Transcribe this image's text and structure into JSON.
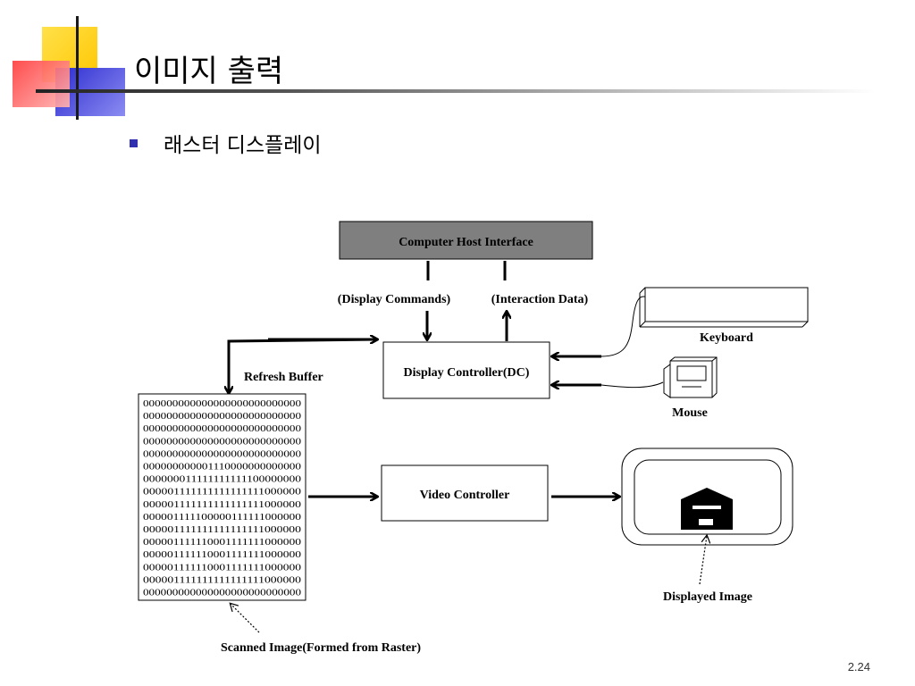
{
  "slide": {
    "title": "이미지 출력",
    "bullet": "래스터 디스플레이",
    "page_number": "2.24"
  },
  "diagram": {
    "host_interface": "Computer Host Interface",
    "display_commands": "(Display Commands)",
    "interaction_data": "(Interaction Data)",
    "display_controller": "Display Controller(DC)",
    "keyboard": "Keyboard",
    "mouse": "Mouse",
    "refresh_buffer": "Refresh Buffer",
    "video_controller": "Video Controller",
    "displayed_image": "Displayed Image",
    "scanned_image": "Scanned Image(Formed from Raster)",
    "buffer_rows": [
      "000000000000000000000000000",
      "000000000000000000000000000",
      "000000000000000000000000000",
      "000000000000000000000000000",
      "000000000000000000000000000",
      "000000000001110000000000000",
      "000000011111111111100000000",
      "000001111111111111111000000",
      "000001111111111111111000000",
      "000001111100000111111000000",
      "000001111111111111111000000",
      "000001111110001111111000000",
      "000001111110001111111000000",
      "000001111110001111111000000",
      "000001111111111111111000000",
      "000000000000000000000000000"
    ]
  },
  "colors": {
    "host_box": "#7f7f7f",
    "deco_yellow": "#ffd21a",
    "deco_red": "#ff5a5a",
    "deco_blue": "#4a4ad8",
    "bullet": "#2f2fb0"
  }
}
